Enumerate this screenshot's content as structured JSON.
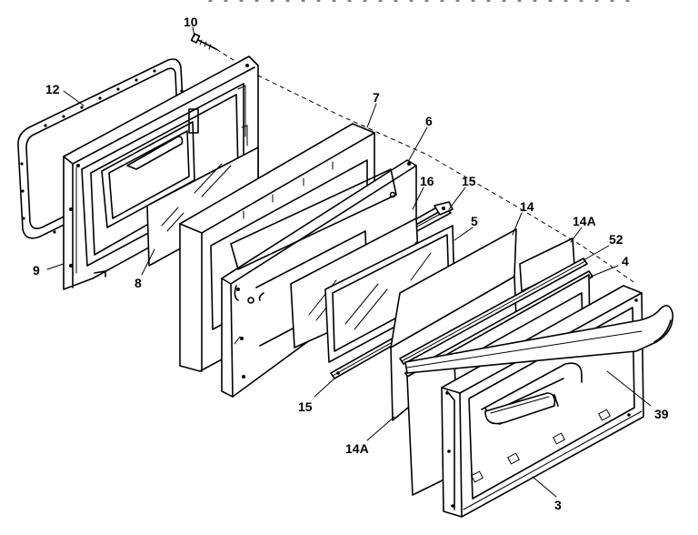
{
  "diagram": {
    "callouts": {
      "c10": "10",
      "c12": "12",
      "c7": "7",
      "c6": "6",
      "c16": "16",
      "c15a": "15",
      "c14": "14",
      "c5": "5",
      "c14A_top": "14A",
      "c52": "52",
      "c4": "4",
      "c9": "9",
      "c8": "8",
      "c15b": "15",
      "c39": "39",
      "c14A_bottom": "14A",
      "c3": "3"
    }
  }
}
